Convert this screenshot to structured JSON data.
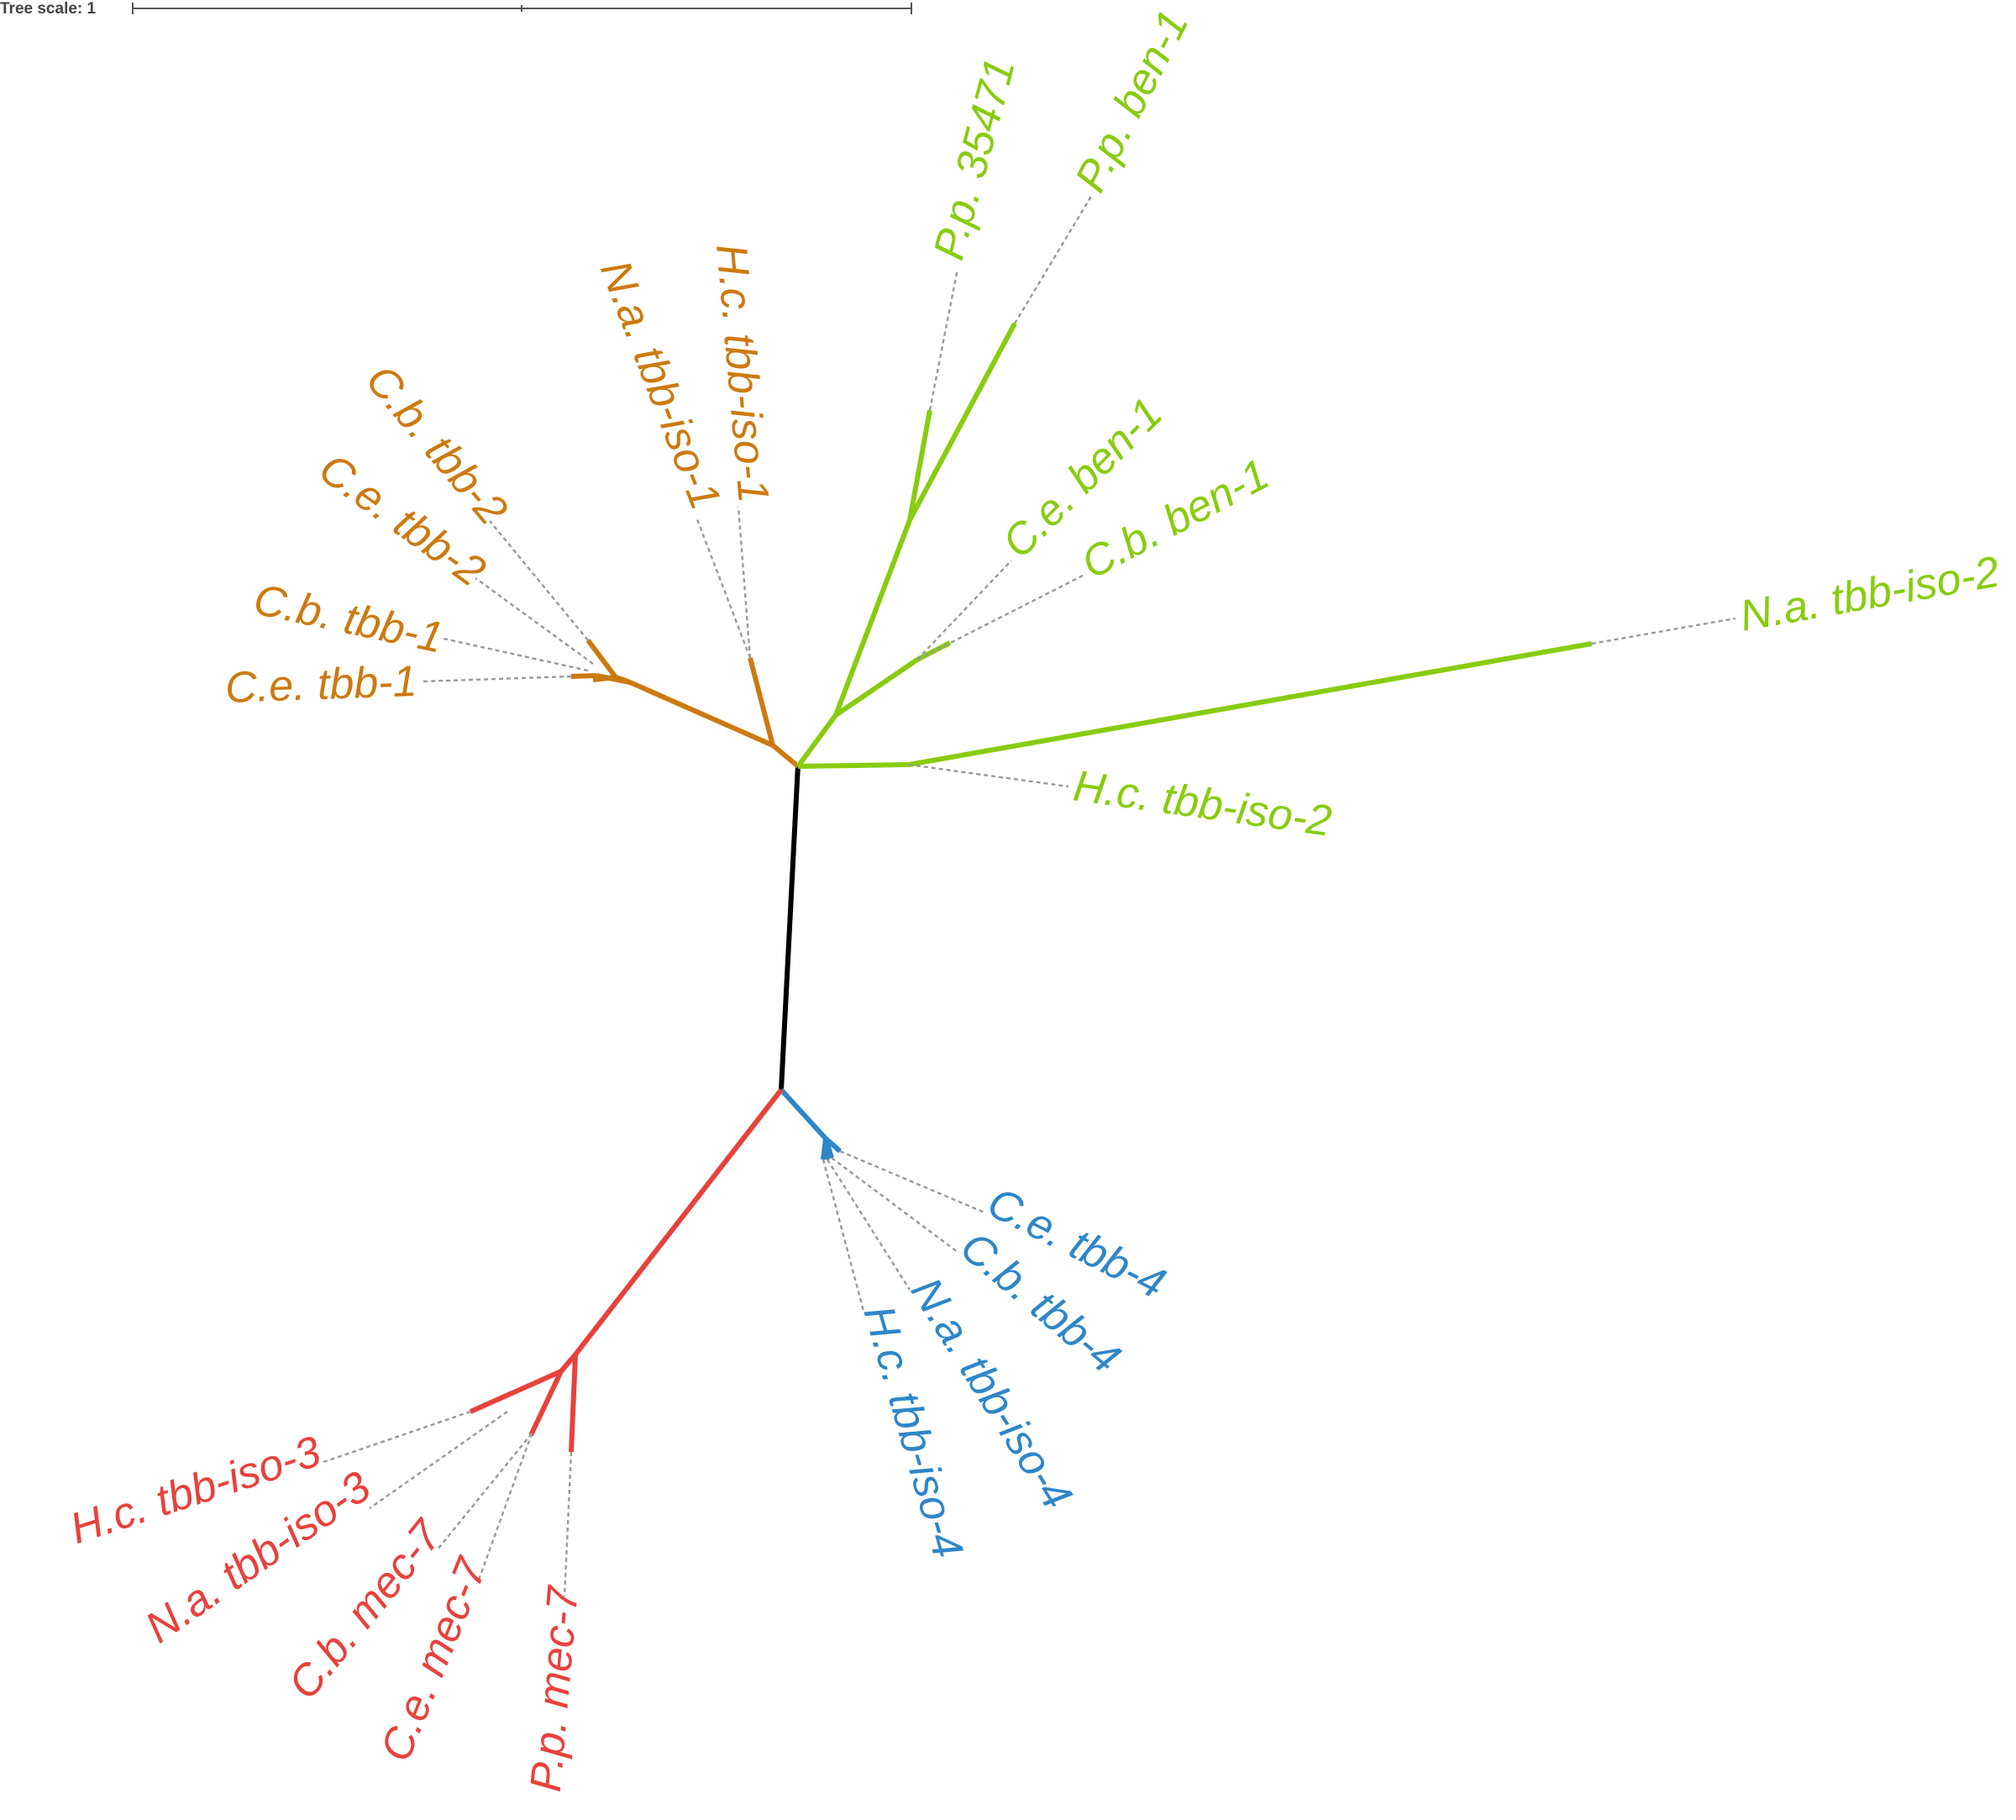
{
  "scale": {
    "label": "Tree scale: 1"
  },
  "colors": {
    "root": "#000000",
    "orange": "#CC7A10",
    "green": "#88CC10",
    "blue": "#2E86C8",
    "red": "#E8413C",
    "leader": "#999999"
  },
  "clades": {
    "orange": {
      "leaves": [
        {
          "name": "C.e. tbb-1"
        },
        {
          "name": "C.b. tbb-1"
        },
        {
          "name": "C.e. tbb-2"
        },
        {
          "name": "C.b. tbb-2"
        },
        {
          "name": "N.a. tbb-iso-1"
        },
        {
          "name": "H.c. tbb-iso-1"
        }
      ]
    },
    "green": {
      "leaves": [
        {
          "name": "P.p. 35471"
        },
        {
          "name": "P.p. ben-1"
        },
        {
          "name": "C.e. ben-1"
        },
        {
          "name": "C.b. ben-1"
        },
        {
          "name": "N.a. tbb-iso-2"
        },
        {
          "name": "H.c. tbb-iso-2"
        }
      ]
    },
    "blue": {
      "leaves": [
        {
          "name": "C.e. tbb-4"
        },
        {
          "name": "C.b. tbb-4"
        },
        {
          "name": "N.a. tbb-iso-4"
        },
        {
          "name": "H.c. tbb-iso-4"
        }
      ]
    },
    "red": {
      "leaves": [
        {
          "name": "H.c. tbb-iso-3"
        },
        {
          "name": "N.a. tbb-iso-3"
        },
        {
          "name": "C.b. mec-7"
        },
        {
          "name": "C.e. mec-7"
        },
        {
          "name": "P.p. mec-7"
        }
      ]
    }
  }
}
